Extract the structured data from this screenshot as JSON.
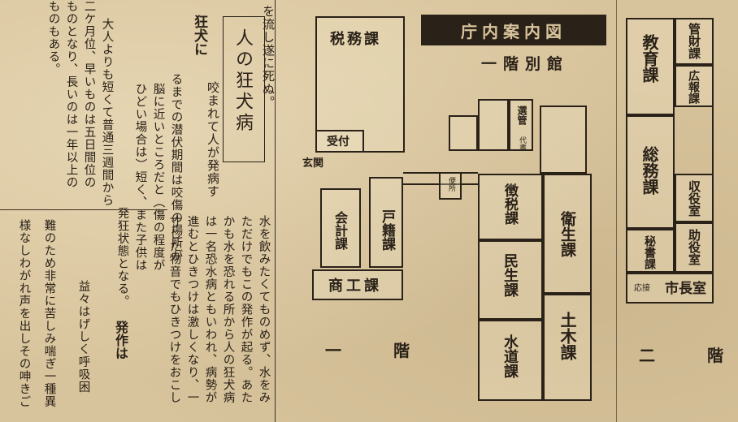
{
  "article_right": {
    "columns": [
      "を流し遂に死ぬ。",
      "るまでの潜伏期間は咬傷の場所が",
      "脳に近いところだと（傷の程度が",
      "ひどい場合は）短く、また子供は",
      "大人よりも短くて普通三週間から",
      "二ケ月位、早いものは五日間位の",
      "ものとなり、長いのは一年以上の",
      "ものもある。"
    ]
  },
  "article_main": {
    "title": "人の狂犬病",
    "subhead_1": "狂犬に",
    "subhead_2": "発作は",
    "col_a": [
      "咬まれて人が発病す",
      "発狂状態となる。"
    ],
    "col_b": [
      "水を飲みたくてものめず、水をみ",
      "ただけでもこの発作が起る。あた",
      "かも水を恐れる所から人の狂犬病",
      "は一名恐水病ともいわれ、病勢が",
      "進むとひきつけは激しくなり、一",
      "寸した物音でもひきつけをおこし"
    ],
    "col_c": [
      "益々はげしく呼吸困",
      "難のため非常に苦しみ喘ぎ一種異",
      "様なしわがれ声を出しその呻きご"
    ]
  },
  "floorplan": {
    "banner": "庁内案内図",
    "annex_title": "一階別館",
    "floor_1": "一　階",
    "floor_2": "二　階",
    "entrance": "玄関",
    "rooms_1f": {
      "zeimu": "税務課",
      "uketsuke": "受付",
      "kaikei": "会計課",
      "koseki": "戸籍課",
      "shoko": "商工課",
      "choshu": "徴税課",
      "minsei": "民生課",
      "suido": "水道課",
      "eisei": "衛生課",
      "doboku": "土木課",
      "benjo": "便所",
      "keigan": "選管",
      "daisho": "代書"
    },
    "rooms_2f": {
      "kyoiku": "教育課",
      "kanzai": "管財課",
      "koho": "広報課",
      "somu": "総務課",
      "shuyaku": "収役室",
      "joyaku": "助役室",
      "hisho": "秘書課",
      "shicho": "市長室",
      "oyo": "応接"
    }
  }
}
